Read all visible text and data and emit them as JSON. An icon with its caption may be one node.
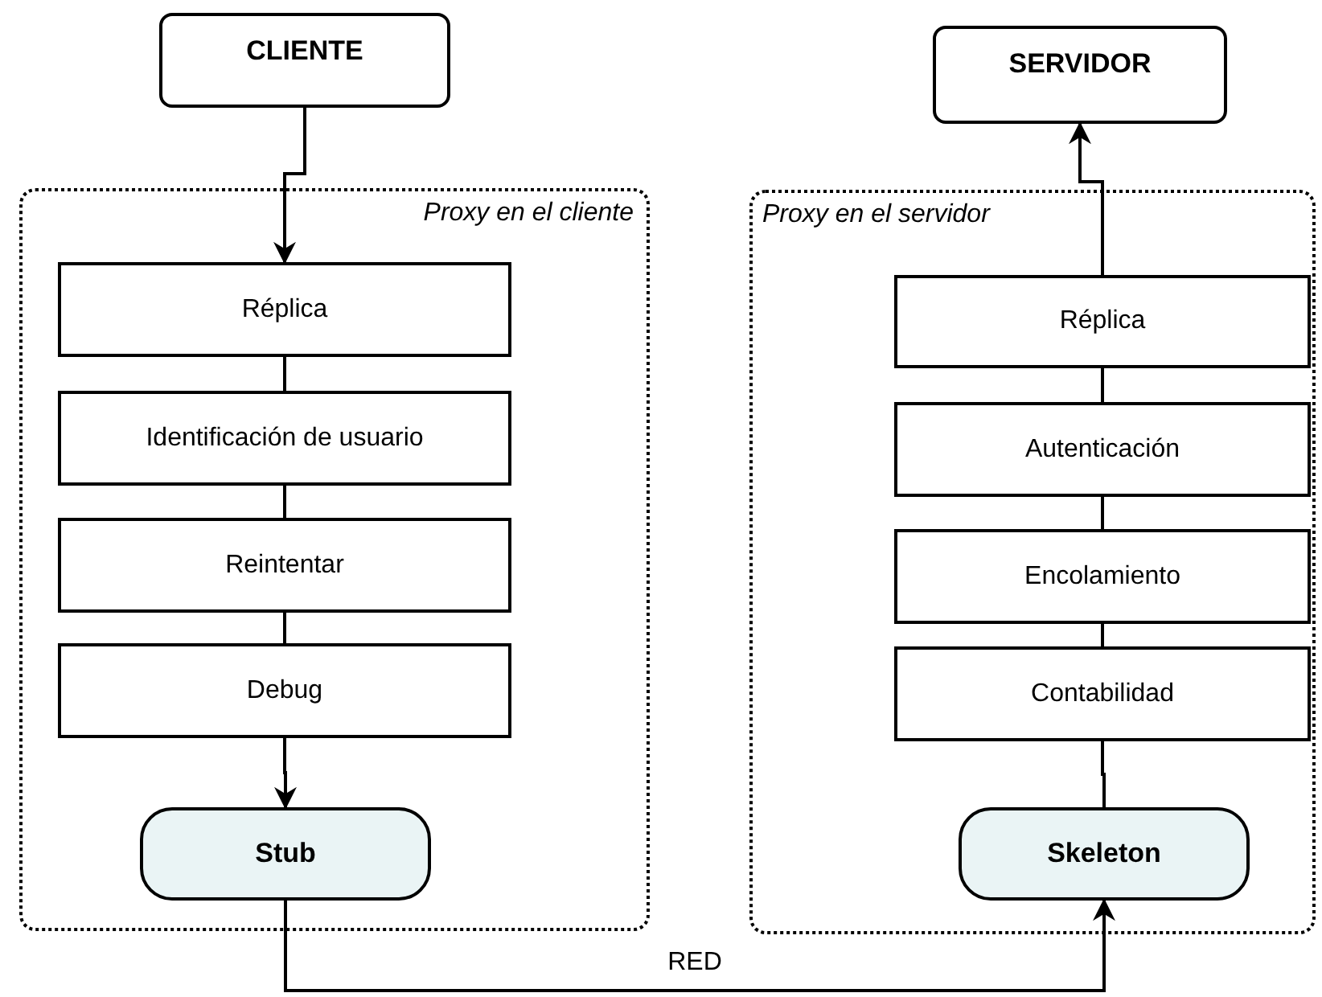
{
  "diagram": {
    "nodes": [
      {
        "text": [
          "CLIENTE"
        ]
      },
      {
        "text": [
          "Proxy en el cliente"
        ]
      },
      {
        "text": [
          "Réplica"
        ],
        "in": 1
      },
      {
        "text": [
          "Identificación de usuario"
        ],
        "in": 1
      },
      {
        "text": [
          "Reintentar"
        ],
        "in": 1
      },
      {
        "text": [
          "Debug"
        ],
        "in": 1
      },
      {
        "text": [
          "Stub"
        ],
        "in": 1
      },
      {
        "text": [
          "SERVIDOR"
        ]
      },
      {
        "text": [
          "Proxy en el servidor"
        ]
      },
      {
        "text": [
          "Réplica"
        ],
        "in": 8
      },
      {
        "text": [
          "Autenticación"
        ],
        "in": 8
      },
      {
        "text": [
          "Encolamiento"
        ],
        "in": 8
      },
      {
        "text": [
          "Contabilidad"
        ],
        "in": 8
      },
      {
        "text": [
          "Skeleton"
        ],
        "in": 8
      }
    ],
    "edges": [
      {
        "from": 0,
        "to": 2,
        "arrow": "to"
      },
      {
        "from": 2,
        "to": 3,
        "arrow": "none"
      },
      {
        "from": 3,
        "to": 4,
        "arrow": "none"
      },
      {
        "from": 4,
        "to": 5,
        "arrow": "none"
      },
      {
        "from": 5,
        "to": 6,
        "arrow": "to"
      },
      {
        "from": 6,
        "to": 13,
        "arrow": "to",
        "label": "RED"
      },
      {
        "from": 13,
        "to": 12,
        "arrow": "none"
      },
      {
        "from": 12,
        "to": 11,
        "arrow": "none"
      },
      {
        "from": 11,
        "to": 10,
        "arrow": "none"
      },
      {
        "from": 10,
        "to": 9,
        "arrow": "none"
      },
      {
        "from": 9,
        "to": 7,
        "arrow": "to"
      }
    ]
  }
}
